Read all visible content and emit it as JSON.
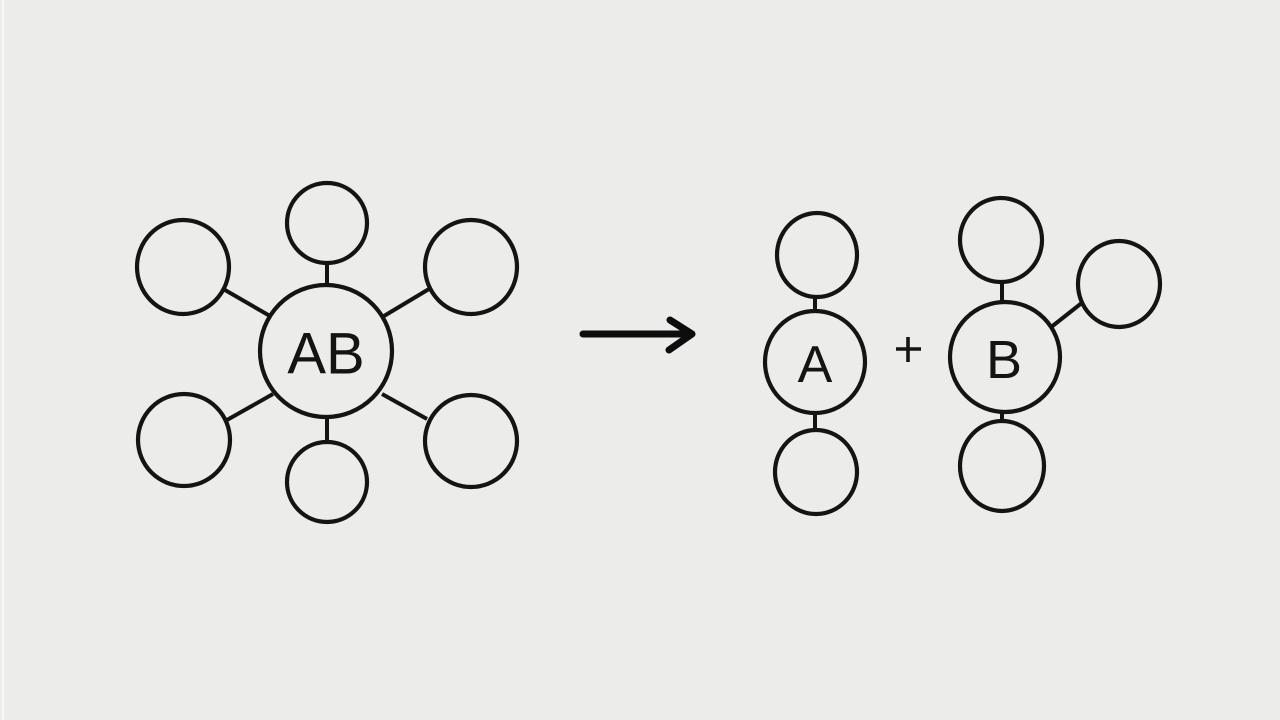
{
  "diagram": {
    "type": "decomposition",
    "description": "A central node AB bonded to six peripheral nodes splits into node A (two peripheral nodes) plus node B (three peripheral nodes)",
    "colors": {
      "background": "#ececea",
      "stroke": "#141414"
    },
    "left": {
      "center_label": "AB",
      "peripheral_count": 6
    },
    "arrow": {
      "direction": "right"
    },
    "operator": "+",
    "right": {
      "fragment_a": {
        "label": "A",
        "peripheral_count": 2
      },
      "fragment_b": {
        "label": "B",
        "peripheral_count": 3
      }
    }
  }
}
